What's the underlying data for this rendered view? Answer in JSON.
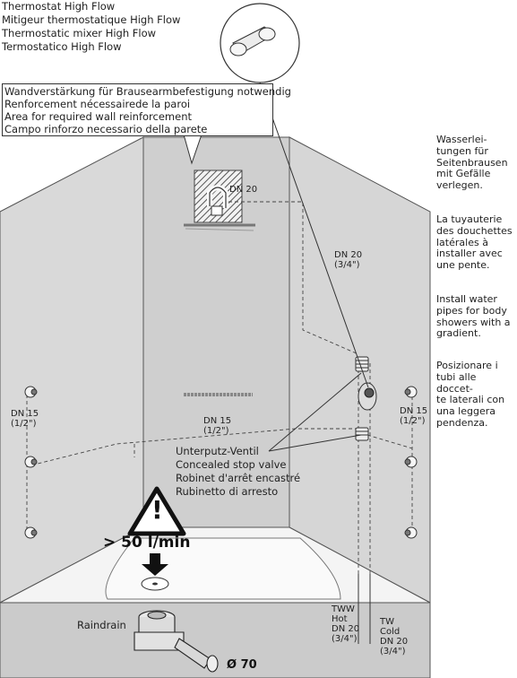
{
  "product_names": [
    "Thermostat High Flow",
    "Mitigeur thermostatique High Flow",
    "Thermostatic mixer High Flow",
    "Termostatico High Flow"
  ],
  "wall_reinforcement": [
    "Wandverstärkung für Brausearmbefestigung notwendig",
    "Renforcement nécessairede la paroi",
    "Area for required wall reinforcement",
    "Campo rinforzo necessario della parete"
  ],
  "side_notes": [
    "Wasserlei-\ntungen für\nSeitenbrausen\nmit Gefälle\nverlegen.",
    "La tuyauterie\ndes douchettes\nlatérales à\ninstaller avec\nune pente.",
    "Install water\npipes for body\nshowers with a\ngradient.",
    "Posizionare i\ntubi alle doccet-\nte laterali con\nuna leggera\npendenza."
  ],
  "stop_valve": [
    "Unterputz-Ventil",
    "Concealed stop valve",
    "Robinet d'arrêt encastré",
    "Rubinetto di arresto"
  ],
  "pipe_labels": {
    "dn20_head": "DN 20",
    "dn20_right": "DN 20",
    "dn20_right_inch": "(3/4\")",
    "dn15_left": "DN 15",
    "dn15_left_inch": "(1/2\")",
    "dn15_center": "DN 15",
    "dn15_center_inch": "(1/2\")",
    "dn15_right": "DN 15",
    "dn15_right_inch": "(1/2\")"
  },
  "hot_supply": [
    "TWW",
    "Hot",
    "DN 20",
    "(3/4\")"
  ],
  "cold_supply": [
    "TW",
    "Cold",
    "DN 20",
    "(3/4\")"
  ],
  "flow_rate": "> 50 l/min",
  "warning_symbol": "!",
  "drain_label": "Raindrain",
  "drain_diameter": "Ø 70",
  "colors": {
    "wall": "#d4d4d4",
    "floor": "#cfcfcf",
    "line": "#333333"
  },
  "icons": [
    "warning-triangle-icon",
    "down-arrow-icon",
    "shower-head-icon",
    "thermostat-icon",
    "body-shower-nozzle-icon",
    "drain-icon"
  ]
}
